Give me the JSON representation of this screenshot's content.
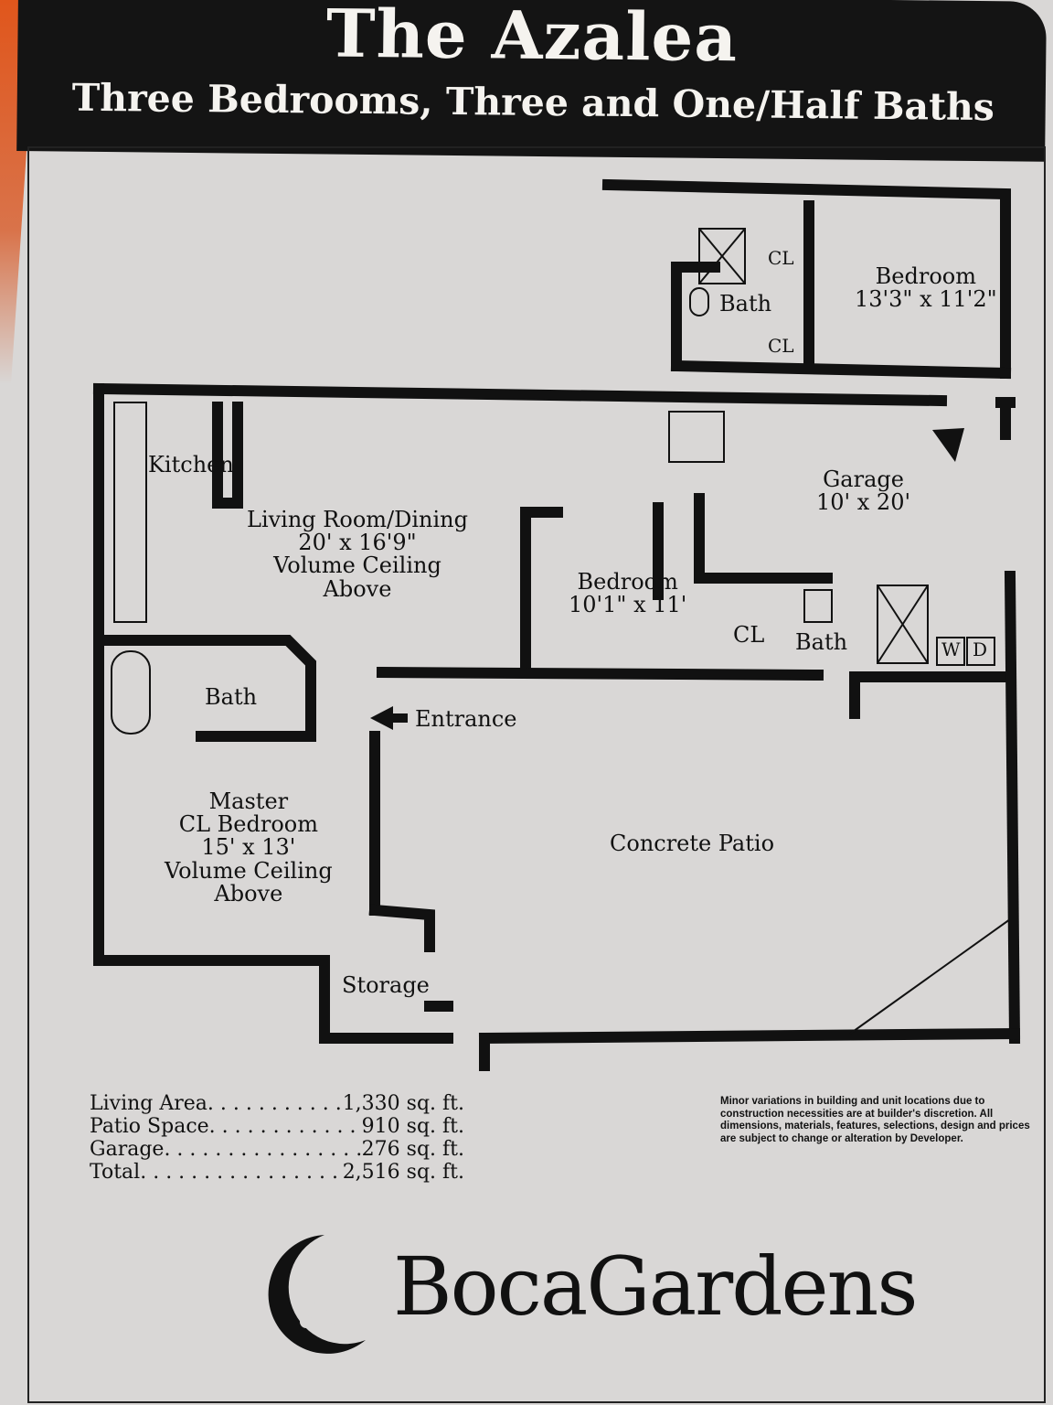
{
  "header": {
    "title": "The Azalea",
    "subtitle": "Three Bedrooms, Three and One/Half Baths"
  },
  "rooms": {
    "bedroom_upper": {
      "name": "Bedroom",
      "size": "13'3\" x 11'2\""
    },
    "bath_upper": "Bath",
    "closet_upper_1": "CL",
    "closet_upper_2": "CL",
    "kitchen": "Kitchen",
    "living": {
      "name": "Living Room/Dining",
      "size": "20' x 16'9\"",
      "note1": "Volume Ceiling",
      "note2": "Above"
    },
    "garage": {
      "name": "Garage",
      "size": "10' x 20'"
    },
    "bedroom_middle": {
      "name": "Bedroom",
      "size": "10'1\" x 11'"
    },
    "closet_middle": "CL",
    "bath_middle": "Bath",
    "washer": "W",
    "dryer": "D",
    "bath_master": "Bath",
    "entrance": "Entrance",
    "master": {
      "line1": "Master",
      "closet": "CL",
      "line2": "Bedroom",
      "size": "15' x 13'",
      "note1": "Volume Ceiling",
      "note2": "Above"
    },
    "patio": "Concrete Patio",
    "storage": "Storage"
  },
  "areas": [
    {
      "label": "Living Area",
      "value": "1,330 sq. ft."
    },
    {
      "label": "Patio Space",
      "value": "910 sq. ft."
    },
    {
      "label": "Garage",
      "value": "276 sq. ft."
    },
    {
      "label": "Total",
      "value": "2,516 sq. ft."
    }
  ],
  "disclaimer": "Minor variations in building and unit locations due to construction necessities are at builder's discretion. All dimensions, materials, features, selections, design and prices are subject to change or alteration by Developer.",
  "brand": "BocaGardens"
}
